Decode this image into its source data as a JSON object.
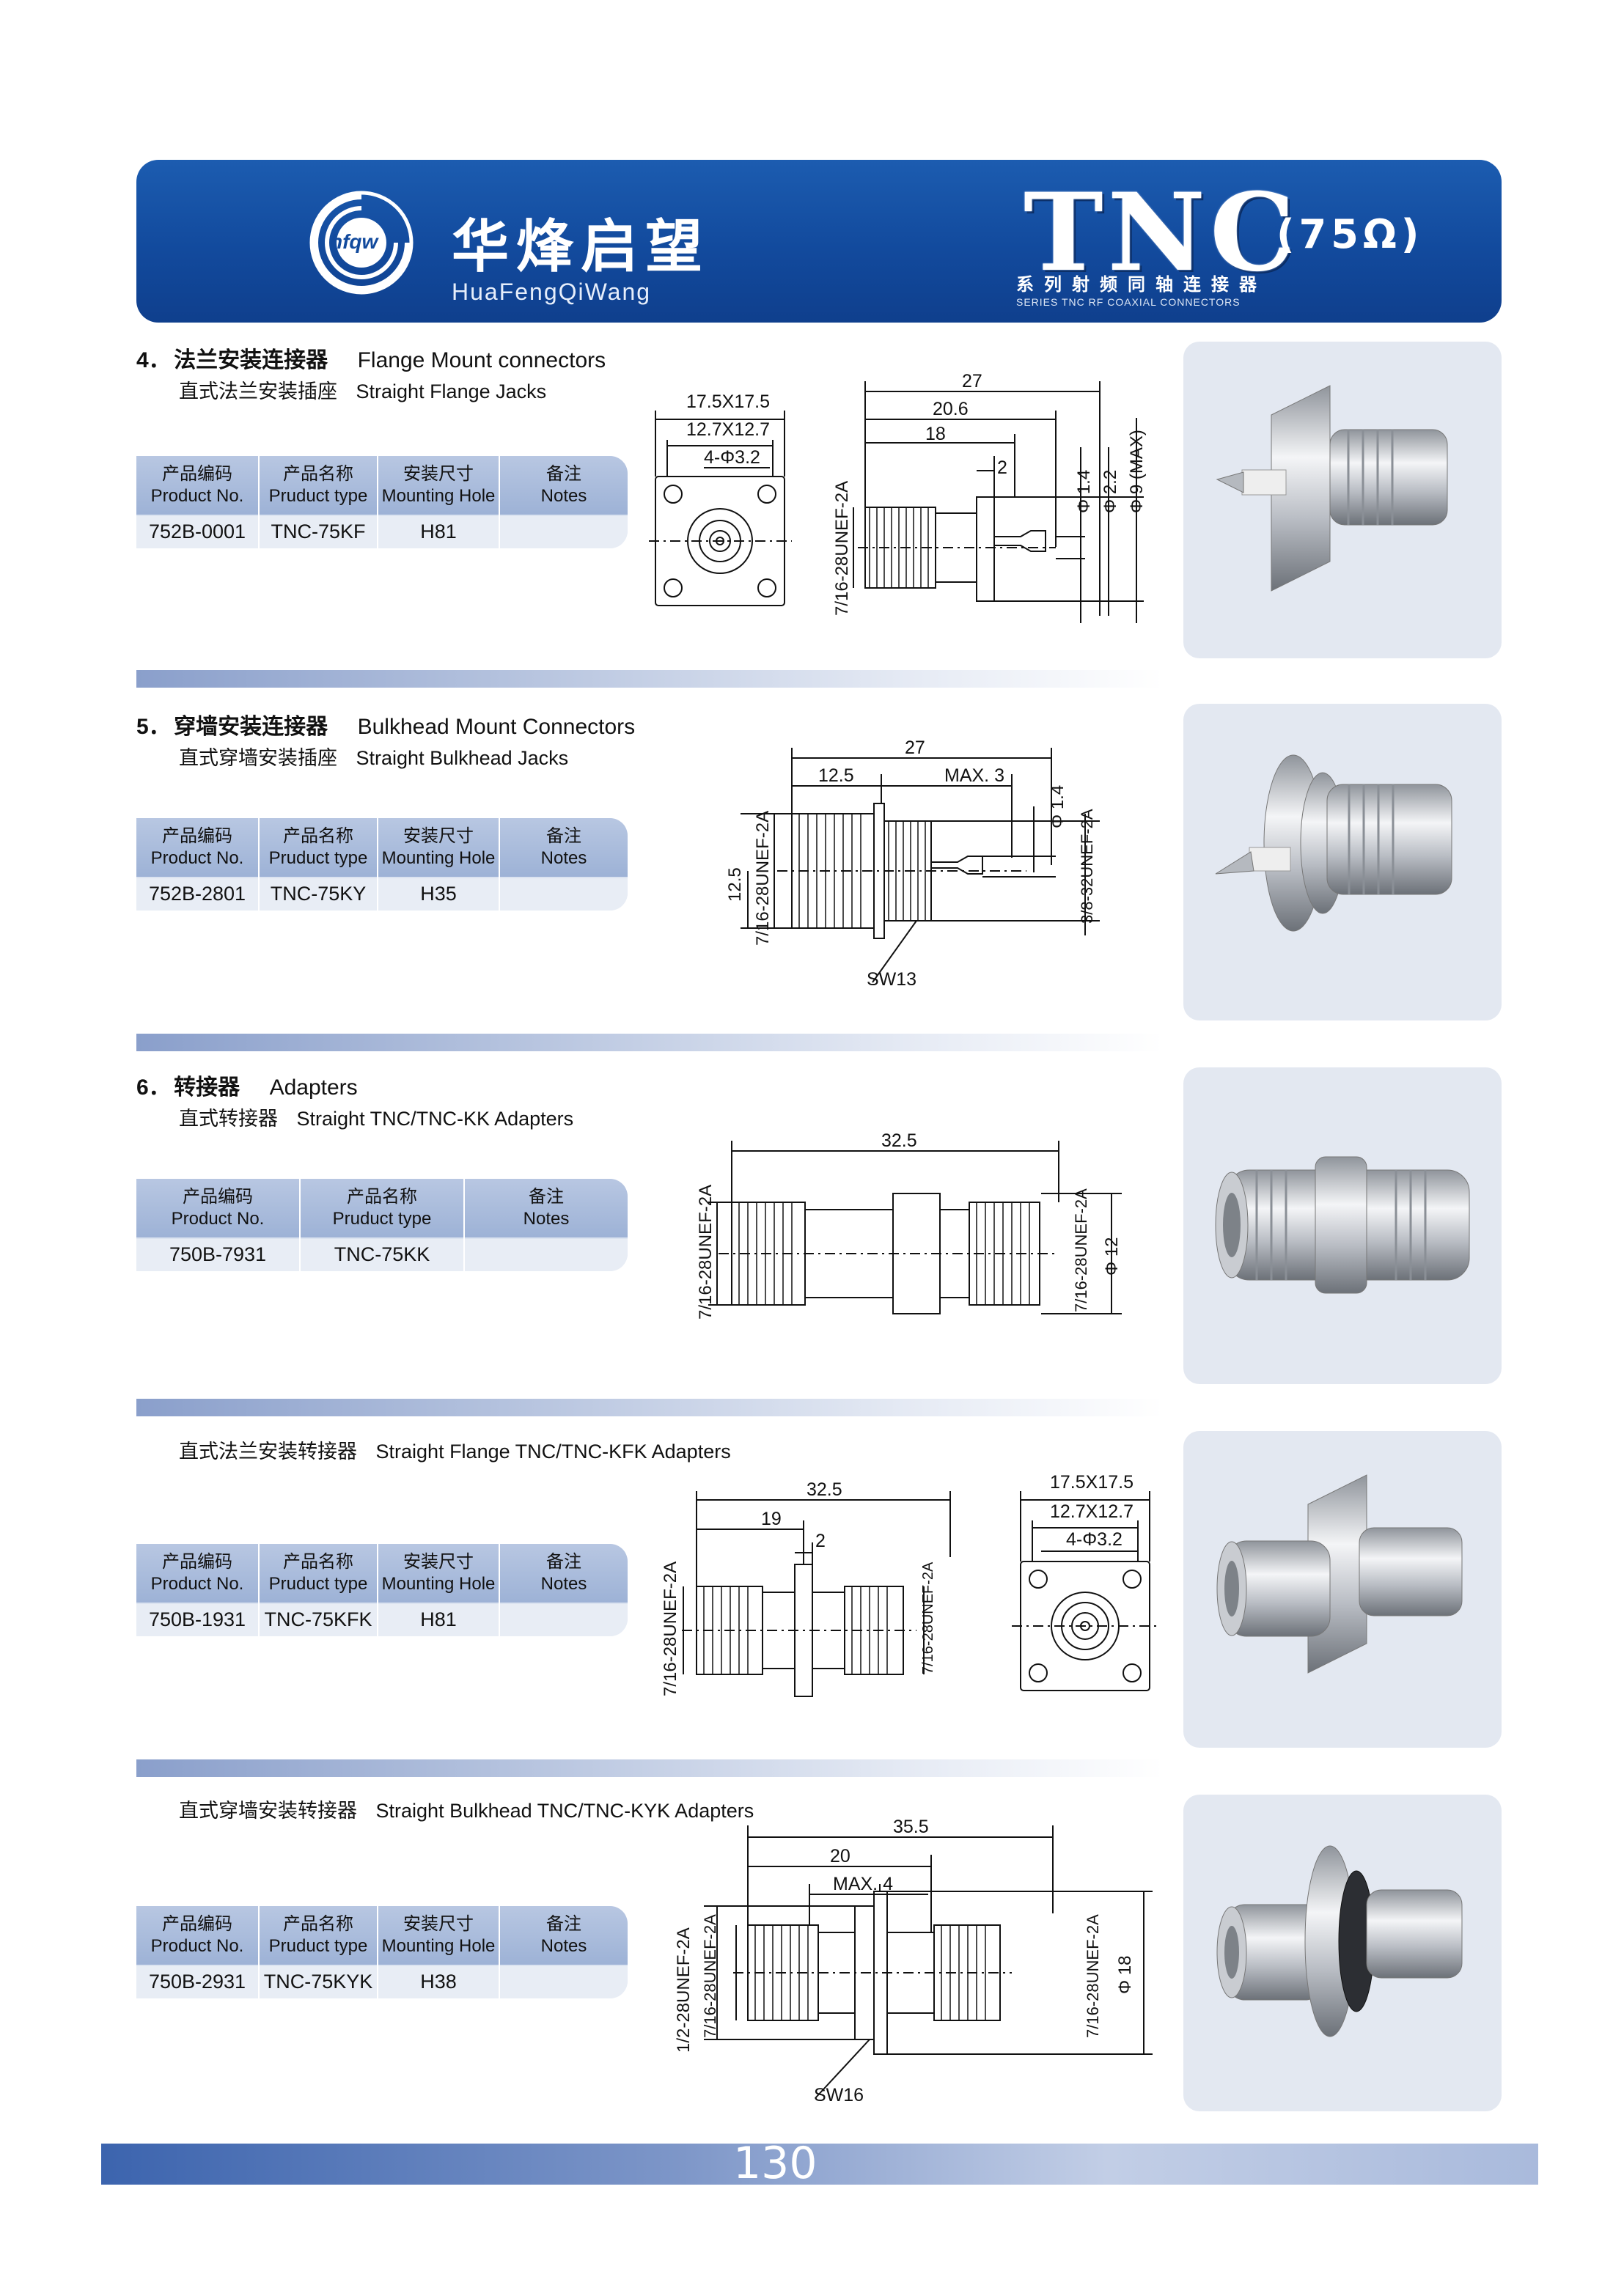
{
  "header": {
    "logo_text": "hfqw",
    "brand_cn": "华烽启望",
    "brand_en": "HuaFengQiWang",
    "series_title": "TNC",
    "impedance": "(75Ω)",
    "series_cn": "系列射频同轴连接器",
    "series_en": "SERIES TNC RF COAXIAL CONNECTORS"
  },
  "table_headers": {
    "product_no_cn": "产品编码",
    "product_no_en": "Product No.",
    "product_type_cn": "产品名称",
    "product_type_en": "Pruduct type",
    "mounting_cn": "安装尺寸",
    "mounting_en": "Mounting Hole",
    "notes_cn": "备注",
    "notes_en": "Notes"
  },
  "sections": [
    {
      "num": "4．",
      "title_cn": "法兰安装连接器",
      "title_en": "Flange Mount connectors",
      "sub_cn": "直式法兰安装插座",
      "sub_en": "Straight Flange Jacks",
      "product_no": "752B-0001",
      "product_type": "TNC-75KF",
      "mounting": "H81",
      "notes": "",
      "dims": {
        "a": "17.5X17.5",
        "b": "12.7X12.7",
        "c": "4-Φ3.2",
        "d": "27",
        "e": "20.6",
        "f": "18",
        "g": "2",
        "thread": "7/16-28UNEF-2A",
        "p1": "Φ 1.4",
        "p2": "Φ 2.2",
        "p3": "Φ 9 (MAX)"
      }
    },
    {
      "num": "5．",
      "title_cn": "穿墙安装连接器",
      "title_en": "Bulkhead Mount Connectors",
      "sub_cn": "直式穿墙安装插座",
      "sub_en": "Straight Bulkhead Jacks",
      "product_no": "752B-2801",
      "product_type": "TNC-75KY",
      "mounting": "H35",
      "notes": "",
      "dims": {
        "total": "27",
        "l1": "12.5",
        "max": "MAX. 3",
        "p": "Φ 1.4",
        "h": "12.5",
        "thread": "7/16-28UNEF-2A",
        "thread2": "3/8-32UNEF-2A",
        "sw": "SW13"
      }
    },
    {
      "num": "6．",
      "title_cn": "转接器",
      "title_en": "Adapters",
      "sub_cn": "直式转接器",
      "sub_en": "Straight TNC/TNC-KK Adapters",
      "product_no": "750B-7931",
      "product_type": "TNC-75KK",
      "notes": "",
      "dims": {
        "total": "32.5",
        "thread": "7/16-28UNEF-2A",
        "thread2": "7/16-28UNEF-2A",
        "p": "Φ 12"
      }
    },
    {
      "sub_cn": "直式法兰安装转接器",
      "sub_en": "Straight Flange TNC/TNC-KFK Adapters",
      "product_no": "750B-1931",
      "product_type": "TNC-75KFK",
      "mounting": "H81",
      "notes": "",
      "dims": {
        "total": "32.5",
        "l1": "19",
        "g": "2",
        "thread": "7/16-28UNEF-2A",
        "thread2": "7/16-28UNEF-2A",
        "a": "17.5X17.5",
        "b": "12.7X12.7",
        "c": "4-Φ3.2"
      }
    },
    {
      "sub_cn": "直式穿墙安装转接器",
      "sub_en": "Straight Bulkhead TNC/TNC-KYK Adapters",
      "product_no": "750B-2931",
      "product_type": "TNC-75KYK",
      "mounting": "H38",
      "notes": "",
      "dims": {
        "total": "35.5",
        "l1": "20",
        "max": "MAX. 4",
        "thread0": "1/2-28UNEF-2A",
        "thread": "7/16-28UNEF-2A",
        "thread2": "7/16-28UNEF-2A",
        "p": "Φ 18",
        "sw": "SW16"
      }
    }
  ],
  "footer": {
    "page_number": "130"
  }
}
